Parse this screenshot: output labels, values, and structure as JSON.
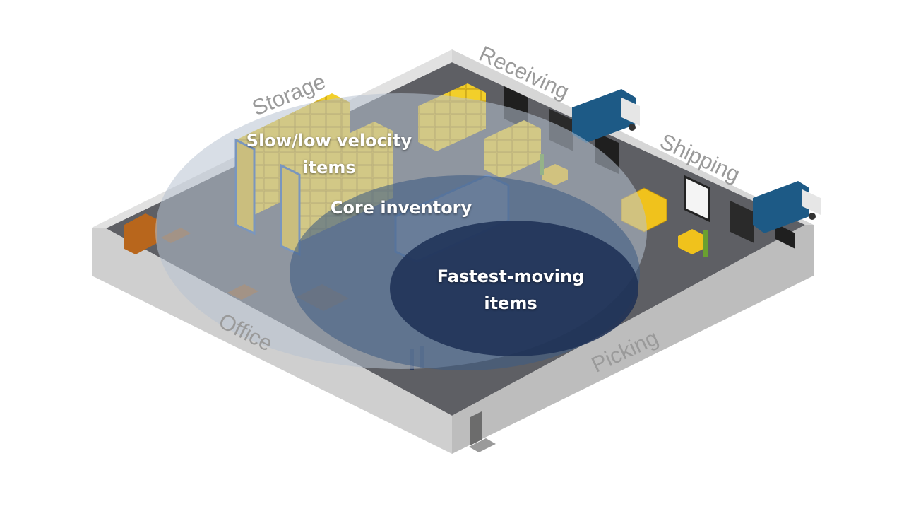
{
  "areas": {
    "storage": "Storage",
    "receiving": "Receiving",
    "shipping": "Shipping",
    "office": "Office",
    "picking": "Picking"
  },
  "zones": {
    "slow": {
      "line1": "Slow/low velocity",
      "line2": "items"
    },
    "core": "Core inventory",
    "fastest": {
      "line1": "Fastest-moving",
      "line2": "items"
    }
  },
  "colors": {
    "wall": "#c8c8c8",
    "floor": "#5e5f64",
    "rack_box": "#e8c21e",
    "rack_frame": "#2f5fa6",
    "truck": "#1d5a86",
    "zone_outer": "#b8c2d2",
    "zone_core": "#3e5c83",
    "zone_fast": "#1c2f55"
  }
}
